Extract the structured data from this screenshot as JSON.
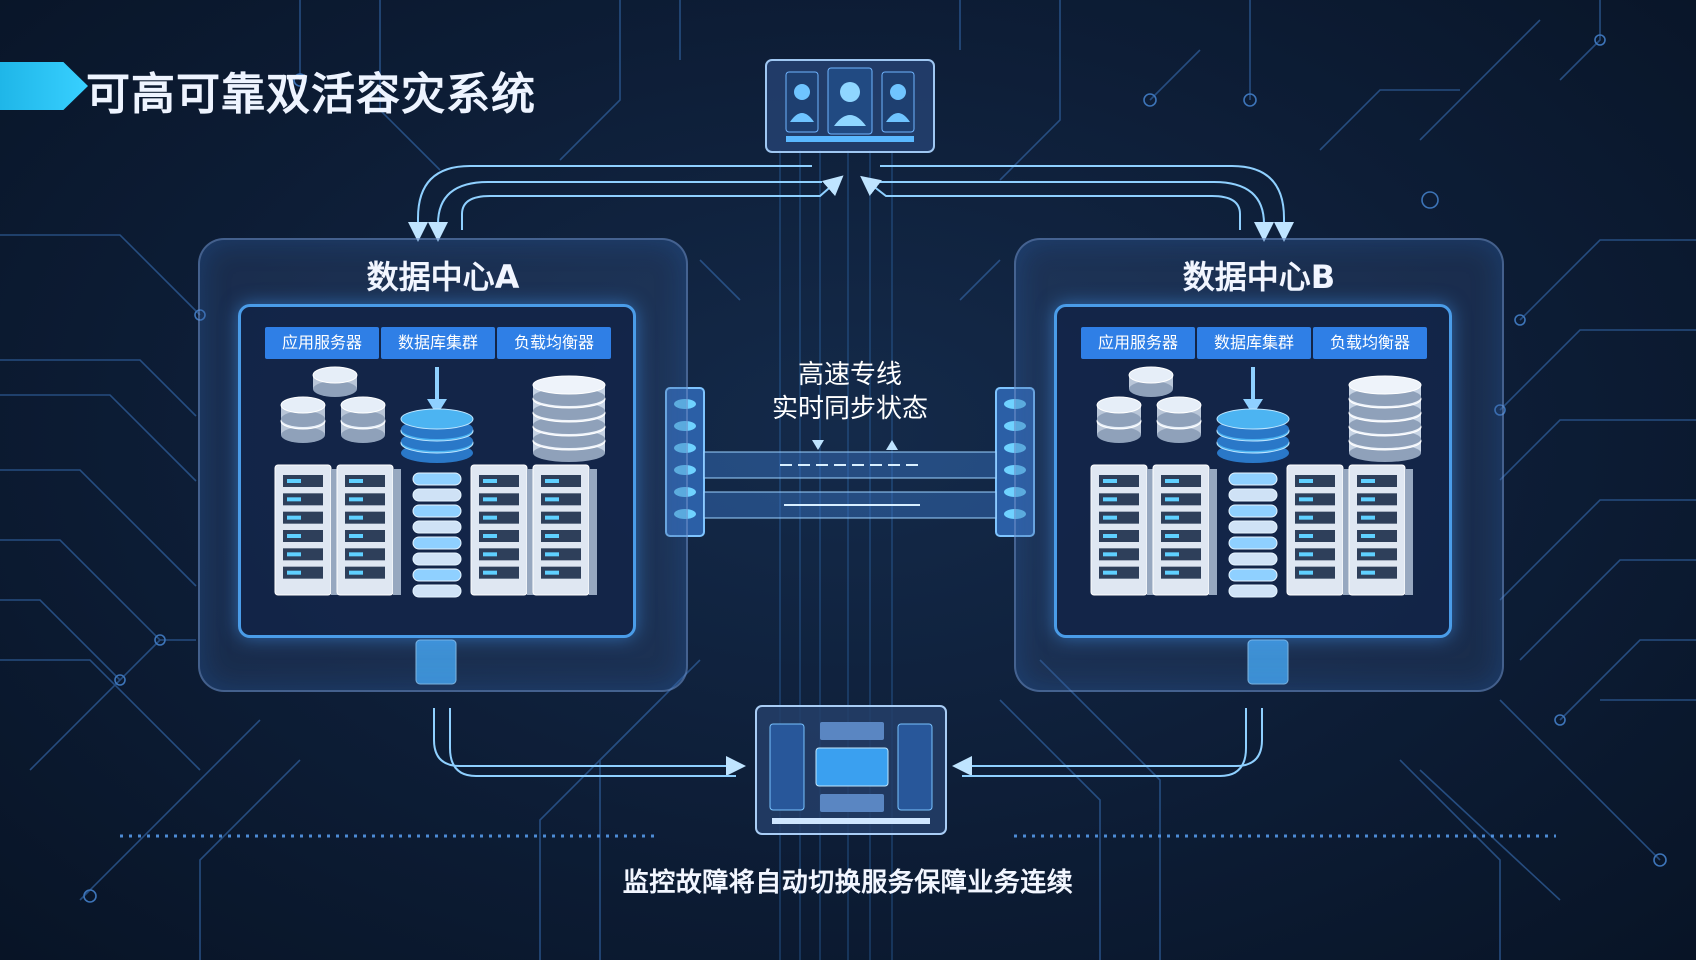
{
  "title": "可高可靠双活容灾系统",
  "data_centers": [
    {
      "title": "数据中心A",
      "tags": [
        "应用服务器",
        "数据库集群",
        "负载均衡器"
      ]
    },
    {
      "title": "数据中心B",
      "tags": [
        "应用服务器",
        "数据库集群",
        "负载均衡器"
      ]
    }
  ],
  "link_labels": [
    "高速专线",
    "实时同步状态"
  ],
  "bottom_text": "监控故障将自动切换服务保障业务连续",
  "colors": {
    "background": "#0d1d36",
    "accent": "#2f7fe6",
    "glow": "#4a9ce8",
    "circuit": "#3a6fae"
  }
}
